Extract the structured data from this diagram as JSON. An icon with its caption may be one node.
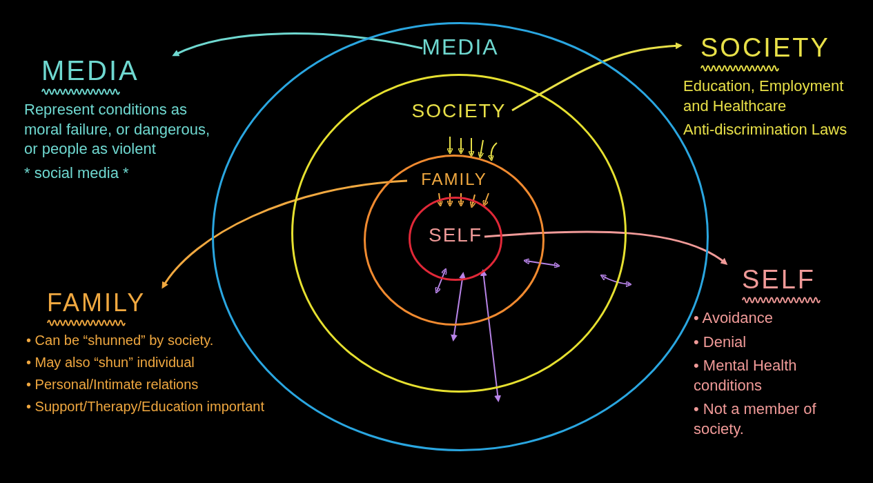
{
  "diagram": {
    "nodes": [
      {
        "text": [
          "MEDIA"
        ]
      },
      {
        "text": [
          "SOCIETY"
        ],
        "in": 0
      },
      {
        "text": [
          "FAMILY"
        ],
        "in": 1
      },
      {
        "text": [
          "SELF"
        ],
        "in": 2
      },
      {
        "text": [
          "MEDIA",
          "Represent conditions as moral failure, or dangerous, or people as violent",
          "* social media *"
        ]
      },
      {
        "text": [
          "SOCIETY",
          "Education, Employment and Healthcare",
          "Anti-discrimination Laws"
        ]
      },
      {
        "text": [
          "FAMILY",
          "• Can be “shunned” by society.",
          "• May also “shun” individual",
          "• Personal/Intimate relations",
          "• Support/Therapy/Education important"
        ]
      },
      {
        "text": [
          "SELF",
          "• Avoidance",
          "• Denial",
          "• Mental Health conditions",
          "• Not a member of society."
        ]
      }
    ],
    "edges": [
      {
        "from": 0,
        "to": 4,
        "arrow": "to",
        "color": "#6fd8d0"
      },
      {
        "from": 1,
        "to": 5,
        "arrow": "to",
        "color": "#e8e048"
      },
      {
        "from": 2,
        "to": 6,
        "arrow": "to",
        "color": "#f0a840"
      },
      {
        "from": 3,
        "to": 7,
        "arrow": "to",
        "color": "#f09a98"
      },
      {
        "from": 3,
        "to": 1,
        "arrow": "both",
        "color": "#b884e8"
      },
      {
        "from": 3,
        "to": 0,
        "arrow": "both",
        "color": "#b884e8"
      }
    ]
  }
}
